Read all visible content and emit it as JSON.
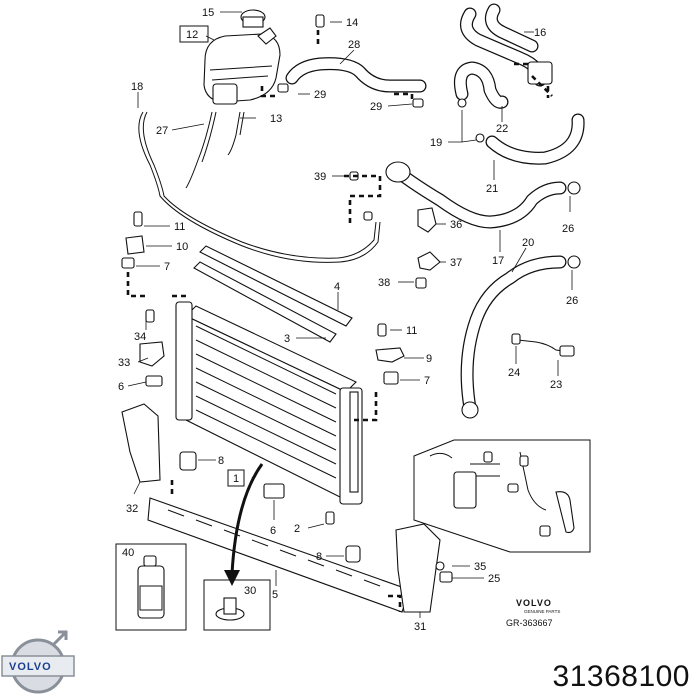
{
  "part_number": "31368100",
  "brand": {
    "label": "VOLVO",
    "sub": "GENUINE PARTS",
    "ref": "GR-363667",
    "logo": "VOLVO"
  },
  "callouts": [
    {
      "id": "c15",
      "text": "15"
    },
    {
      "id": "c14",
      "text": "14"
    },
    {
      "id": "c12",
      "text": "12"
    },
    {
      "id": "c16",
      "text": "16"
    },
    {
      "id": "c28",
      "text": "28"
    },
    {
      "id": "c18",
      "text": "18"
    },
    {
      "id": "c29a",
      "text": "29"
    },
    {
      "id": "c29b",
      "text": "29"
    },
    {
      "id": "c22",
      "text": "22"
    },
    {
      "id": "c27",
      "text": "27"
    },
    {
      "id": "c13",
      "text": "13"
    },
    {
      "id": "c19",
      "text": "19"
    },
    {
      "id": "c21",
      "text": "21"
    },
    {
      "id": "c39",
      "text": "39"
    },
    {
      "id": "c11a",
      "text": "11"
    },
    {
      "id": "c36",
      "text": "36"
    },
    {
      "id": "c26a",
      "text": "26"
    },
    {
      "id": "c10",
      "text": "10"
    },
    {
      "id": "c17",
      "text": "17"
    },
    {
      "id": "c20",
      "text": "20"
    },
    {
      "id": "c7a",
      "text": "7"
    },
    {
      "id": "c37",
      "text": "37"
    },
    {
      "id": "c38",
      "text": "38"
    },
    {
      "id": "c4",
      "text": "4"
    },
    {
      "id": "c26b",
      "text": "26"
    },
    {
      "id": "c34",
      "text": "34"
    },
    {
      "id": "c3",
      "text": "3"
    },
    {
      "id": "c11b",
      "text": "11"
    },
    {
      "id": "c33",
      "text": "33"
    },
    {
      "id": "c9",
      "text": "9"
    },
    {
      "id": "c24",
      "text": "24"
    },
    {
      "id": "c23",
      "text": "23"
    },
    {
      "id": "c6a",
      "text": "6"
    },
    {
      "id": "c7b",
      "text": "7"
    },
    {
      "id": "c8a",
      "text": "8"
    },
    {
      "id": "c1",
      "text": "1"
    },
    {
      "id": "c32",
      "text": "32"
    },
    {
      "id": "c6b",
      "text": "6"
    },
    {
      "id": "c2",
      "text": "2"
    },
    {
      "id": "c40",
      "text": "40"
    },
    {
      "id": "c8b",
      "text": "8"
    },
    {
      "id": "c35",
      "text": "35"
    },
    {
      "id": "c30",
      "text": "30"
    },
    {
      "id": "c25",
      "text": "25"
    },
    {
      "id": "c5",
      "text": "5"
    },
    {
      "id": "c31",
      "text": "31"
    }
  ]
}
